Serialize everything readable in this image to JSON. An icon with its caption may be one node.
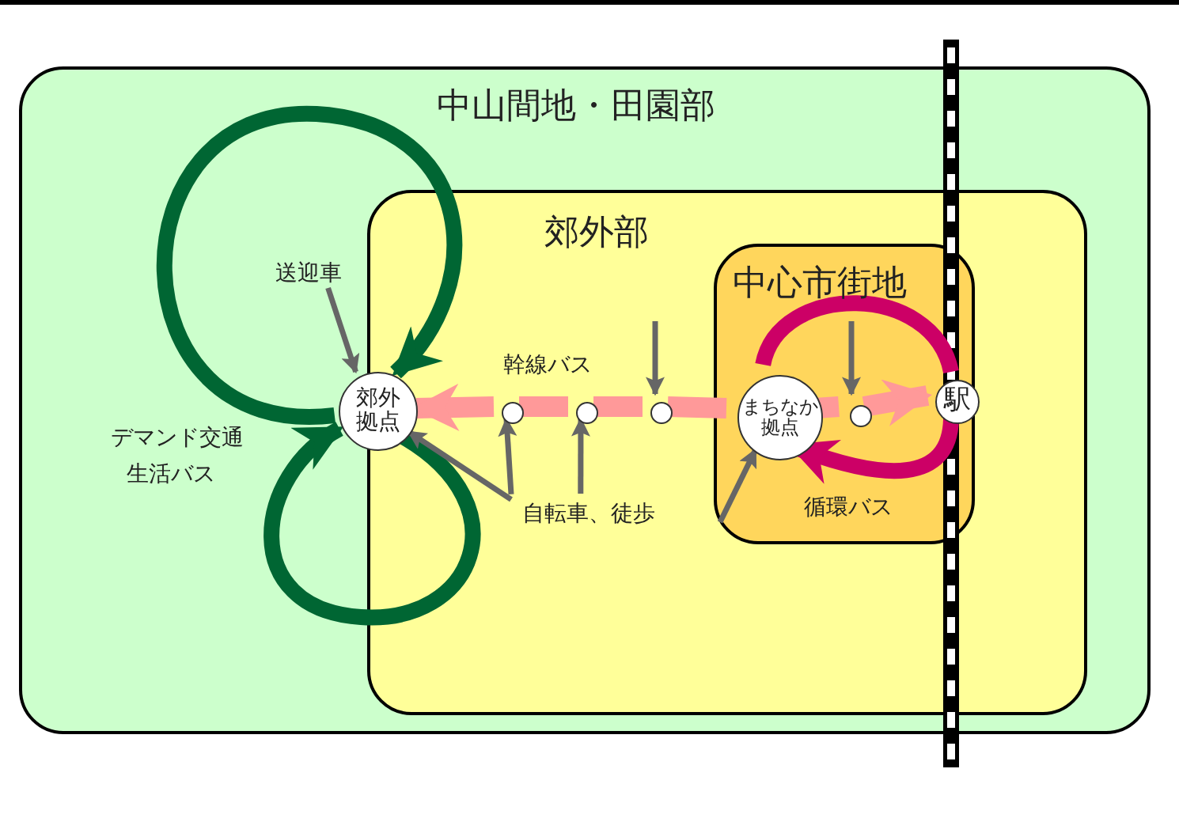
{
  "diagram": {
    "nodes": [
      {
        "text": [
          "中山間地・田園部"
        ]
      },
      {
        "text": [
          "郊外部"
        ],
        "in": 0
      },
      {
        "text": [
          "中心市街地"
        ],
        "in": 1
      },
      {
        "text": [
          "郊外拠点"
        ],
        "in": 0
      },
      {
        "text": [
          "まちなか拠点"
        ],
        "in": 2
      },
      {
        "text": [
          "駅"
        ],
        "in": 1
      },
      {
        "text": [],
        "shape": "circle",
        "in": 1
      },
      {
        "text": [],
        "shape": "circle",
        "in": 1
      },
      {
        "text": [],
        "shape": "circle",
        "in": 1
      },
      {
        "text": [],
        "shape": "circle",
        "in": 2
      },
      {
        "text": [
          "送迎車"
        ],
        "in": 0
      },
      {
        "text": [
          "自転車、徒歩"
        ],
        "in": 1
      }
    ],
    "edges": [
      {
        "from": 4,
        "to": 8,
        "arrow": "none",
        "color": "#ff9999"
      },
      {
        "from": 8,
        "to": 7,
        "arrow": "none",
        "color": "#ff9999"
      },
      {
        "from": 7,
        "to": 6,
        "arrow": "none",
        "label": "幹線バス",
        "color": "#ff9999"
      },
      {
        "from": 6,
        "to": 3,
        "arrow": "to",
        "color": "#ff9999"
      },
      {
        "from": 4,
        "to": 9,
        "arrow": "none",
        "color": "#ff9999"
      },
      {
        "from": 9,
        "to": 5,
        "arrow": "to",
        "color": "#ff9999"
      },
      {
        "from": 3,
        "to": 3,
        "arrow": "to",
        "color": "#006633"
      },
      {
        "from": 3,
        "to": 3,
        "arrow": "to",
        "color": "#006633"
      },
      {
        "from": 4,
        "to": 5,
        "arrow": "none",
        "color": "#cc0066"
      },
      {
        "from": 5,
        "to": 4,
        "arrow": "to",
        "label": "循環バス",
        "color": "#cc0066"
      },
      {
        "from": 10,
        "to": 3,
        "arrow": "to"
      },
      {
        "from": 11,
        "to": 6,
        "arrow": "to"
      },
      {
        "from": 11,
        "to": 7,
        "arrow": "to"
      },
      {
        "from": 11,
        "to": 3,
        "arrow": "to"
      },
      {
        "from": null,
        "to": 4,
        "arrow": "to"
      },
      {
        "from": null,
        "to": 8,
        "arrow": "to"
      },
      {
        "from": null,
        "to": 9,
        "arrow": "to"
      }
    ],
    "labels": [
      "デマンド交通",
      "生活バス"
    ]
  }
}
